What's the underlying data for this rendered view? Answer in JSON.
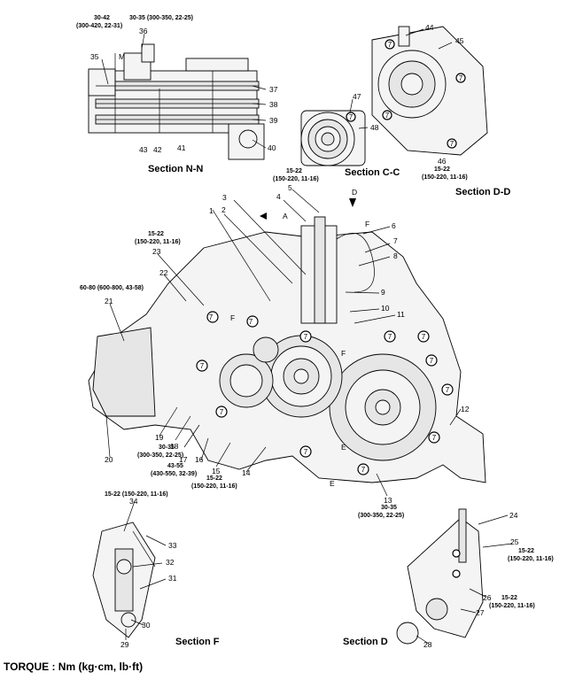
{
  "footer": "TORQUE : Nm (kg·cm, lb·ft)",
  "sections": {
    "nn": "Section N-N",
    "cc": "Section C-C",
    "dd": "Section D-D",
    "f": "Section F",
    "d": "Section D"
  },
  "torques": {
    "t30_42": [
      "30-42",
      "(300-420, 22-31)"
    ],
    "t30_35_top": [
      "30-35 (300-350, 22-25)"
    ],
    "t15_22_dd": [
      "15-22",
      "(150-220, 11-16)"
    ],
    "t15_22_upper": [
      "15-22",
      "(150-220, 11-16)"
    ],
    "t15_22_left": [
      "15-22",
      "(150-220, 11-16)"
    ],
    "t60_80": [
      "60-80 (600-800, 43-58)"
    ],
    "t30_35_19": [
      "30-35",
      "(300-350, 22-25)"
    ],
    "t43_55": [
      "43-55",
      "(430-550, 32-39)"
    ],
    "t15_22_15": [
      "15-22",
      "(150-220, 11-16)"
    ],
    "t30_35_13": [
      "30-35",
      "(300-350, 22-25)"
    ],
    "t15_22_f": [
      "15-22 (150-220, 11-16)"
    ],
    "t15_22_d25": [
      "15-22",
      "(150-220, 11-16)"
    ],
    "t15_22_d26": [
      "15-22",
      "(150-220, 11-16)"
    ]
  },
  "markers": {
    "m": "M",
    "a": "A",
    "d": "D",
    "f": "F",
    "e": "E"
  },
  "callouts": [
    "1",
    "2",
    "3",
    "4",
    "5",
    "6",
    "7",
    "8",
    "9",
    "10",
    "11",
    "12",
    "13",
    "14",
    "15",
    "16",
    "17",
    "18",
    "19",
    "20",
    "21",
    "22",
    "23",
    "24",
    "25",
    "26",
    "27",
    "28",
    "29",
    "30",
    "31",
    "32",
    "33",
    "34",
    "35",
    "36",
    "37",
    "38",
    "39",
    "40",
    "41",
    "42",
    "43",
    "44",
    "45",
    "46",
    "47",
    "48"
  ],
  "circled": "7"
}
